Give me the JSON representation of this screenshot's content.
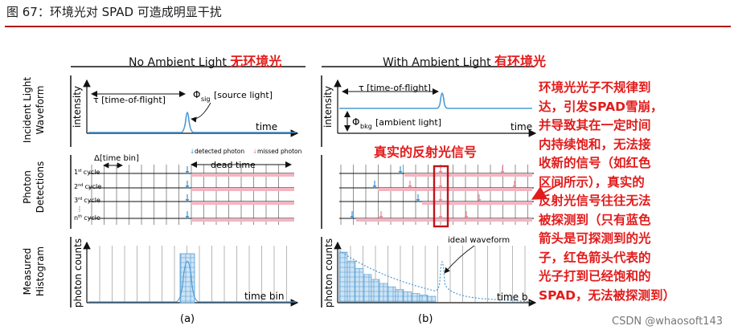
{
  "figure_title": "图 67：环境光对 SPAD 可造成明显干扰",
  "panel_a": {
    "header": "No Ambient Light",
    "header_cn": "无环境光",
    "tof_label": "τ [time-of-flight]",
    "sig_label": "Φ",
    "sig_sub": "sig",
    "sig_text": "[source light]",
    "time_label": "time",
    "timebin_label": "Δ[time bin]",
    "dead_time": "dead time",
    "hist_x": "time bin",
    "caption": "(a)"
  },
  "panel_b": {
    "header": "With Ambient Light",
    "header_cn": "有环境光",
    "tof_label": "τ [time-of-flight]",
    "bkg_label": "Φ",
    "bkg_sub": "bkg",
    "bkg_text": "[ambient light]",
    "time_label": "time",
    "true_signal": "真实的反射光信号",
    "ideal": "ideal waveform",
    "hist_x": "time b",
    "caption": "(b)"
  },
  "legend": {
    "detected": "detected photon",
    "missed": "missed photon"
  },
  "row_labels": {
    "incident": [
      "Incident Light",
      "Waveform"
    ],
    "detections": [
      "Photon",
      "Detections"
    ],
    "histogram": [
      "Measured",
      "Histogram"
    ]
  },
  "axis_labels": {
    "intensity": "intensity",
    "photon_counts": "photon counts"
  },
  "cycles": {
    "c1": "1",
    "c1_sup": "st",
    "c2": "2",
    "c2_sup": "nd",
    "c3": "3",
    "c3_sup": "rd",
    "cn": "n",
    "cn_sup": "th",
    "word": "cycle",
    "dots": "⋮"
  },
  "annotation_lines": [
    "环境光光子不规律到",
    "达，引发SPAD雪崩，",
    "并导致其在一定时间",
    "内持续饱和，无法接",
    "收新的信号（如红色",
    "区间所示），真实的",
    "反射光信号往往无法",
    "被探测到（只有蓝色",
    "箭头是可探测到的光",
    "子，红色箭头代表的",
    "光子打到已经饱和的",
    "SPAD，无法被探测到）"
  ],
  "watermark": "CSDN @whaosoft143",
  "colors": {
    "accent_red": "#e31b1b",
    "rule_red": "#b2181b",
    "blue": "#4a9ad6",
    "pink": "#e88c9c"
  }
}
